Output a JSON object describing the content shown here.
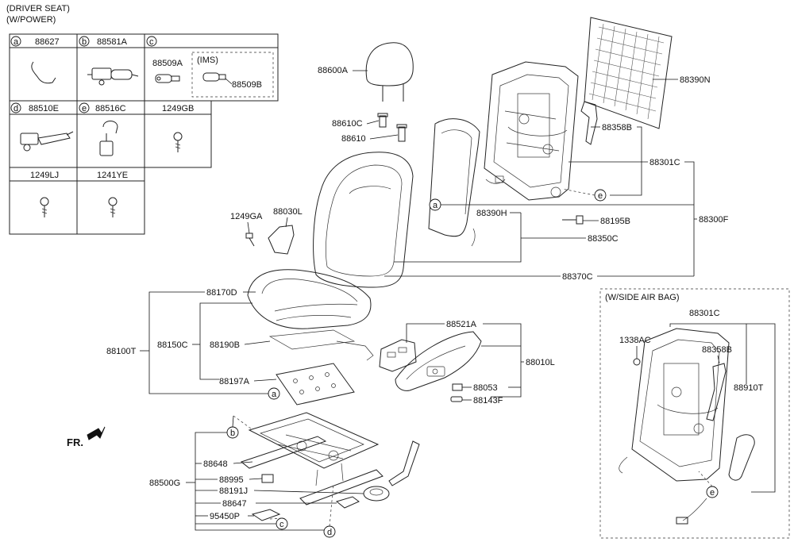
{
  "header": {
    "line1": "(DRIVER SEAT)",
    "line2": "(W/POWER)"
  },
  "legend_table": {
    "cells": [
      {
        "letter": "a",
        "part": "88627"
      },
      {
        "letter": "b",
        "part": "88581A"
      },
      {
        "letter": "c",
        "part": "88509A",
        "ims_label": "(IMS)",
        "ims_part": "88509B"
      },
      {
        "letter": "d",
        "part": "88510E"
      },
      {
        "letter": "e",
        "part": "88516C"
      },
      {
        "letter": "",
        "part": "1249GB"
      },
      {
        "letter": "",
        "part": "1249LJ"
      },
      {
        "letter": "",
        "part": "1241YE"
      }
    ]
  },
  "main_labels": {
    "p88600A": "88600A",
    "p88610C": "88610C",
    "p88610": "88610",
    "p88390N": "88390N",
    "p88358B": "88358B",
    "p88301C": "88301C",
    "p88390H": "88390H",
    "p88195B": "88195B",
    "p88300F": "88300F",
    "p88350C": "88350C",
    "p88370C": "88370C",
    "p1249GA": "1249GA",
    "p88030L": "88030L",
    "p88170D": "88170D",
    "p88100T": "88100T",
    "p88150C": "88150C",
    "p88190B": "88190B",
    "p88197A": "88197A",
    "p88521A": "88521A",
    "p88010L": "88010L",
    "p88053": "88053",
    "p88143F": "88143F",
    "p88648": "88648",
    "p88500G": "88500G",
    "p88995": "88995",
    "p88191J": "88191J",
    "p88647": "88647",
    "p95450P": "95450P",
    "fr": "FR."
  },
  "callouts": {
    "a": "a",
    "b": "b",
    "c": "c",
    "d": "d",
    "e": "e"
  },
  "airbag_box": {
    "title": "(W/SIDE AIR BAG)",
    "p88301C": "88301C",
    "p1338AC": "1338AC",
    "p88358B": "88358B",
    "p88910T": "88910T",
    "callout_e": "e"
  }
}
